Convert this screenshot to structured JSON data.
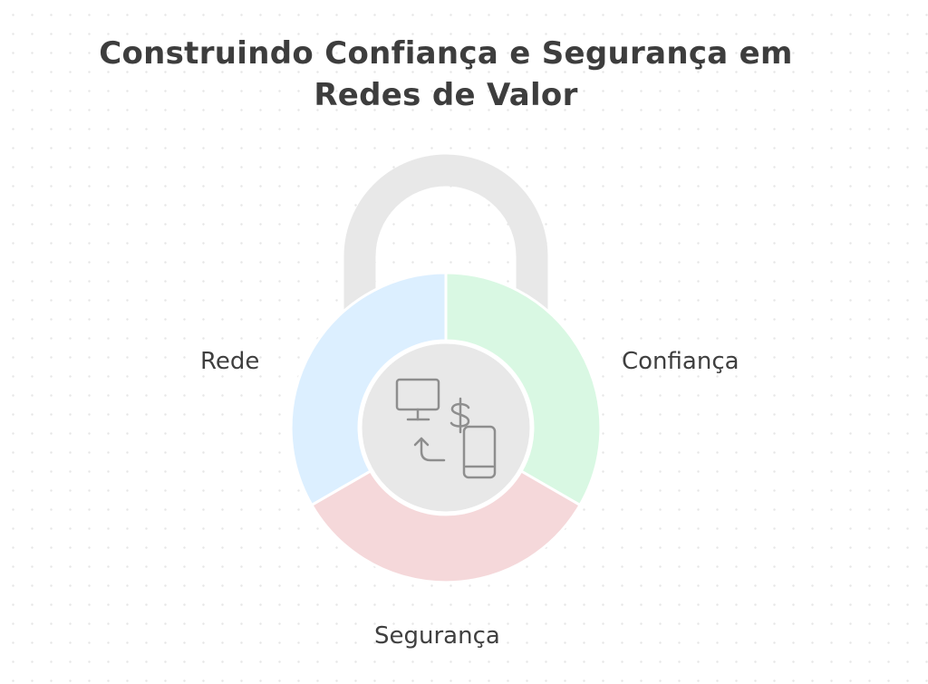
{
  "title": {
    "line1": "Construindo Confiança e Segurança em",
    "line2": "Redes de Valor"
  },
  "segments": {
    "rede": "Rede",
    "confianca": "Confiança",
    "seguranca": "Segurança"
  },
  "center_icons": [
    "monitor-icon",
    "dollar-sign-icon",
    "smartphone-icon",
    "exchange-arrow-icon"
  ],
  "colors": {
    "shackle": "#e8e8e8",
    "rede": "#dcefff",
    "confianca": "#d9f8e3",
    "seguranca": "#f5d8da",
    "center": "#e8e8e8",
    "icon": "#8e8e8e",
    "text": "#3d3d3d"
  }
}
